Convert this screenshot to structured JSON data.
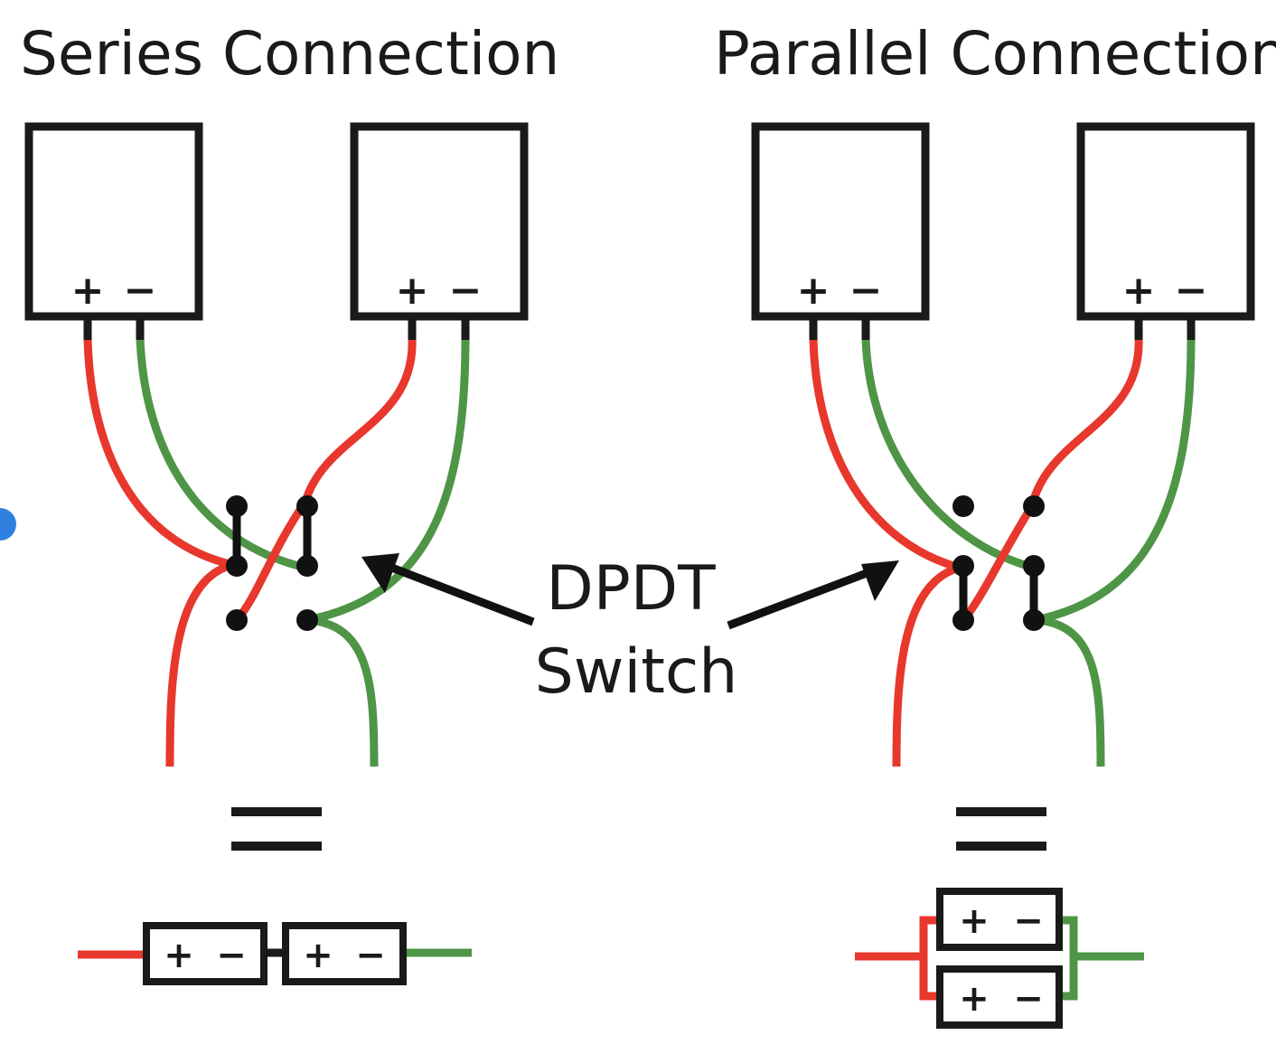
{
  "diagram": {
    "series_title": "Series Connection",
    "parallel_title": "Parallel Connection",
    "switch_label_line1": "DPDT",
    "switch_label_line2": "Switch",
    "plus": "+",
    "minus": "−"
  },
  "colors": {
    "positive_wire": "#e8372c",
    "negative_wire": "#4f9546",
    "outline": "#1a1a1a",
    "edge_marker": "#2f7fe0"
  }
}
